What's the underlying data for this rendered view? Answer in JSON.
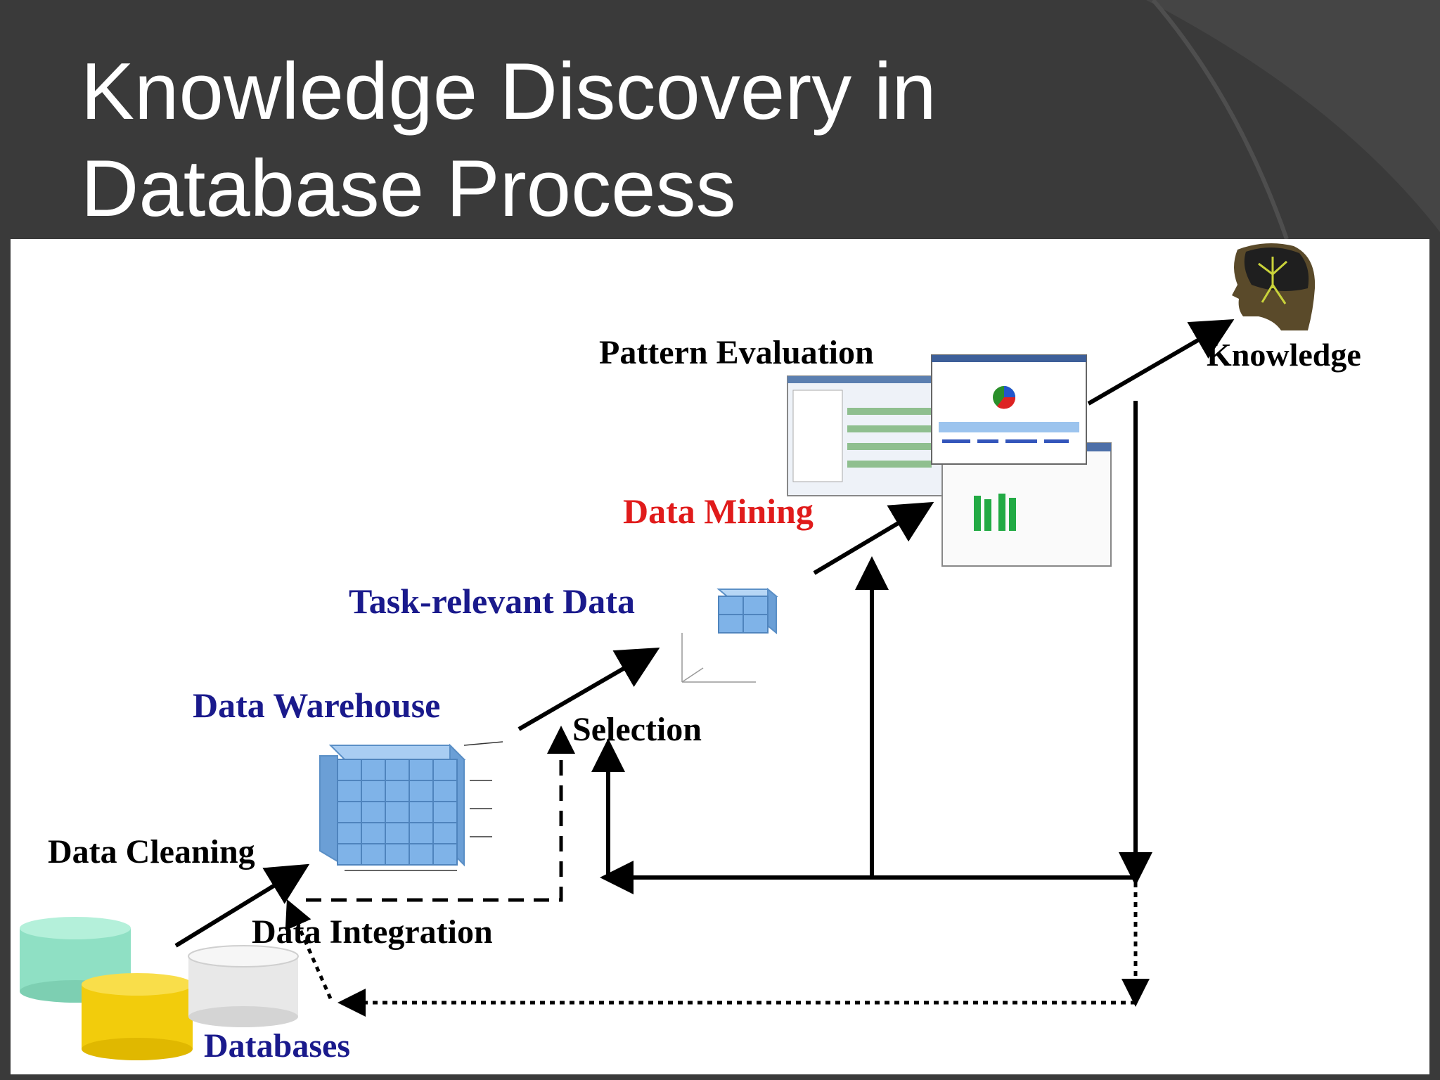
{
  "slide": {
    "title_line1": "Knowledge Discovery in",
    "title_line2": "Database Process"
  },
  "diagram": {
    "labels": {
      "knowledge": "Knowledge",
      "pattern_evaluation": "Pattern Evaluation",
      "data_mining": "Data Mining",
      "task_relevant_data": "Task-relevant Data",
      "data_warehouse": "Data Warehouse",
      "selection": "Selection",
      "data_cleaning": "Data Cleaning",
      "data_integration": "Data Integration",
      "databases": "Databases"
    },
    "colors": {
      "slide_background": "#3a3a3a",
      "panel": "#ffffff",
      "blue_label": "#1a1a8c",
      "red_label": "#e01b1b",
      "cube": "#7fb3e8",
      "db_teal": "#8fe0c4",
      "db_yellow": "#f2cc0c",
      "db_white": "#e8e8e8"
    },
    "icons": [
      "brain-head-icon",
      "screenshot-windows-icon",
      "data-cube-icon",
      "warehouse-cube-icon",
      "database-cylinder-icon"
    ]
  }
}
